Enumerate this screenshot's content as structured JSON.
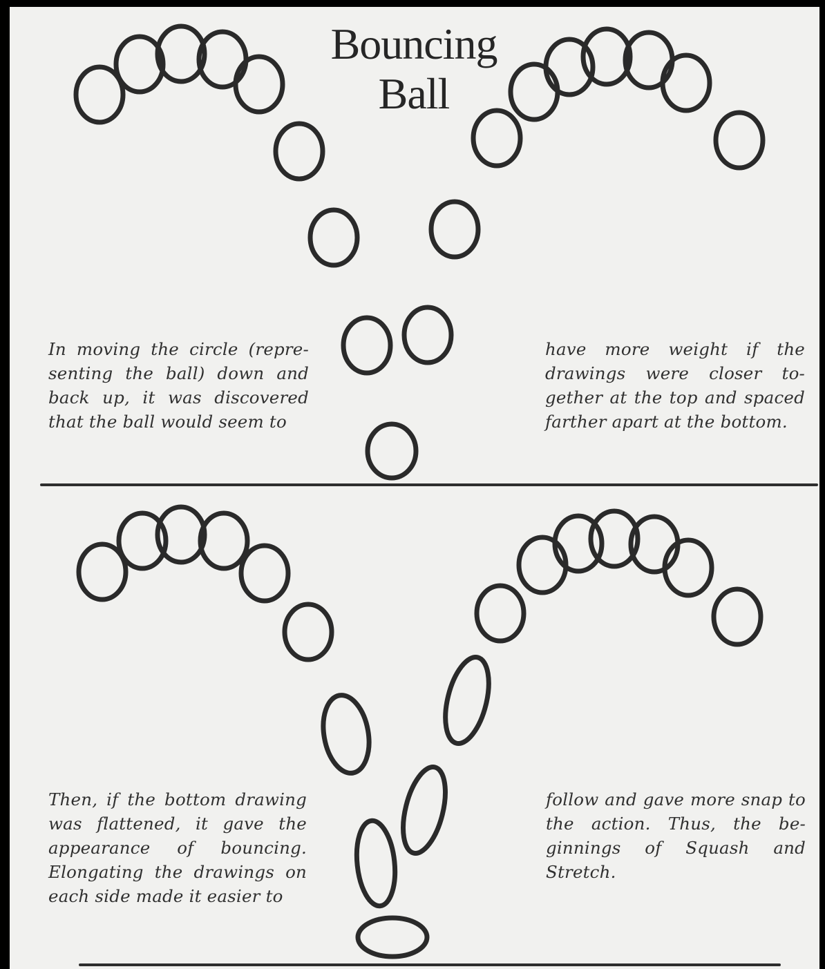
{
  "title": {
    "line1": "Bouncing",
    "line2": "Ball"
  },
  "panels": [
    {
      "text_left": "In moving the circle (repre-senting the ball) down and back up, it was discovered that the ball would seem to",
      "text_right": "have more weight if the drawings were closer to-gether at the top and spaced farther apart at the bottom."
    },
    {
      "text_left": "Then, if the bottom drawing was flattened, it gave the appearance of bouncing. Elongating the drawings on each side made it easier to",
      "text_right": "follow and gave more snap to the action. Thus, the be-ginnings of Squash and Stretch."
    }
  ],
  "colors": {
    "paper": "#f1f1ef",
    "ink": "#2a2a2a",
    "border": "#000000"
  }
}
